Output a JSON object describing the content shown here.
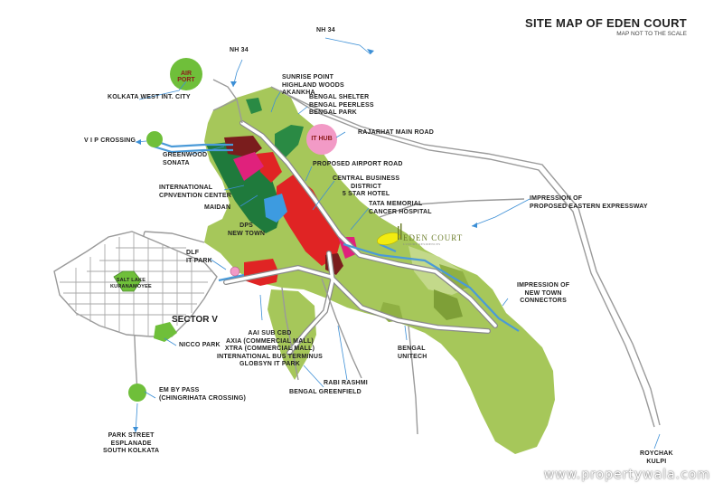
{
  "title": "SITE MAP OF EDEN COURT",
  "subtitle": "MAP NOT TO THE SCALE",
  "labels": {
    "nh34_top": "NH 34",
    "nh34_left": "NH 34",
    "kolkata_west": "KOLKATA WEST INT. CITY",
    "vip_crossing": "V I P CROSSING",
    "greenwood": "GREENWOOD\nSONATA",
    "convention": "INTERNATIONAL\nCPNVENTION CENTER",
    "maidan": "MAIDAN",
    "dps": "DPS\nNEW TOWN",
    "dlf": "DLF\nIT PARK",
    "sunrise": "SUNRISE POINT\nHIGHLAND WOODS\nAKANKHA",
    "bengal_shelter": "BENGAL SHELTER\nBENGAL PEERLESS\nBENGAL PARK",
    "rajarhat": "RAJARHAT MAIN ROAD",
    "airport_road": "PROPOSED AIRPORT ROAD",
    "cbd": "CENTRAL BUSINESS\nDISTRICT\n5 STAR HOTEL",
    "tata": "TATA MEMORIAL\nCANCER HOSPITAL",
    "eastern_expressway": "IMPRESSION OF\nPROPOSED EASTERN EXPRESSWAY",
    "new_town_connectors": "IMPRESSION OF\nNEW TOWN\nCONNECTORS",
    "bengal_unitech": "BENGAL\nUNITECH",
    "nicco": "NICCO PARK",
    "aai": "AAI SUB CBD\nAXIA (COMMERCIAL MALL)\nXTRA (COMMERCIAL MALL)\nINTERNATIONAL BUS TERMINUS\nGLOBSYN IT PARK",
    "rabi_rashmi": "RABI RASHMI",
    "bengal_greenfield": "BENGAL GREENFIELD",
    "em_bypass": "EM BY PASS\n(CHINGRIHATA CROSSING)",
    "park_street": "PARK STREET\nESPLANADE\nSOUTH KOLKATA",
    "roychak": "ROYCHAK\nKULPI",
    "sector_v": "SECTOR V",
    "salt_lake": "SALT LAKE\nKURANAMOYEE",
    "airport": "AIR PORT",
    "it_hub": "IT HUB",
    "eden_court": "EDEN COURT",
    "eden_small": "LUXURY RESIDENCES"
  },
  "watermark": "www.propertywala.com",
  "colors": {
    "land": "#a6c75a",
    "land_light": "#c3d98a",
    "land_dark": "#8fb043",
    "forest": "#1f7a3c",
    "commercial_red": "#e02424",
    "maroon": "#7a1d1d",
    "magenta": "#e0217c",
    "water": "#3d9be0",
    "road": "#ffffff",
    "road_outline": "#8a8a8a",
    "expressway": "#4a9ad8",
    "pink_hub": "#f29ac6",
    "airport_green": "#6fbf3a",
    "eden_marker": "#f2ec10",
    "callout": "#3c8fd6"
  }
}
